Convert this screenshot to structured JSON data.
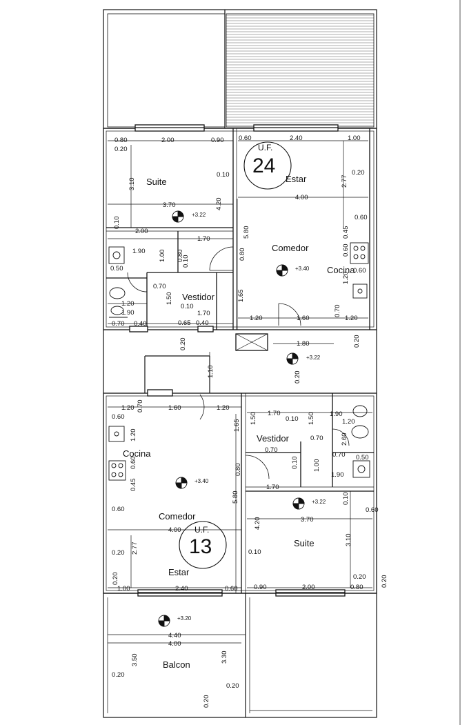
{
  "units": [
    {
      "label": "U.F.",
      "number": "24"
    },
    {
      "label": "U.F.",
      "number": "13"
    }
  ],
  "rooms": {
    "suite_top": "Suite",
    "estar_top": "Estar",
    "comedor_top": "Comedor",
    "cocina_top": "Cocina",
    "vestidor_top": "Vestidor",
    "cocina_bottom": "Cocina",
    "comedor_bottom": "Comedor",
    "estar_bottom": "Estar",
    "vestidor_bottom": "Vestidor",
    "suite_bottom": "Suite",
    "balcon": "Balcon"
  },
  "levels": {
    "suite_top": "+3.22",
    "comedor_top": "+3.40",
    "hall": "+3.22",
    "comedor_bottom": "+3.40",
    "suite_bottom": "+3.22",
    "balcon": "+3.20"
  },
  "dimensions": {
    "d080a": "0.80",
    "d200a": "2.00",
    "d090a": "0.90",
    "d060a": "0.60",
    "d240a": "2.40",
    "d100a": "1.00",
    "d020a": "0.20",
    "d310a": "3.10",
    "d010a": "0.10",
    "d277a": "2.77",
    "d020b": "0.20",
    "d370a": "3.70",
    "d420a": "4.20",
    "d400a": "4.00",
    "d060b": "0.60",
    "d010b": "0.10",
    "d200b": "2.00",
    "d045a": "0.45",
    "d580a": "5.80",
    "d170a": "1.70",
    "d060c": "0.60",
    "d190a": "1.90",
    "d100b": "1.00",
    "d080b": "0.80",
    "d010c": "0.10",
    "d080c": "0.80",
    "d050a": "0.50",
    "d070a": "0.70",
    "d120a": "1.20",
    "d150a": "1.50",
    "d010d": "0.10",
    "d165a": "1.65",
    "d060d": "0.60",
    "d120b": "1.20",
    "d190b": "1.90",
    "d170b": "1.70",
    "d070b": "0.70",
    "d040a": "0.40",
    "d065a": "0.65",
    "d040b": "0.40",
    "d120c": "1.20",
    "d160a": "1.60",
    "d070c": "0.70",
    "d120d": "1.20",
    "d020c": "0.20",
    "d180a": "1.80",
    "d020d": "0.20",
    "d110a": "1.10",
    "d020e": "0.20",
    "e120a": "1.20",
    "e070a": "0.70",
    "e160a": "1.60",
    "e120b": "1.20",
    "e060a": "0.60",
    "e165a": "1.65",
    "e150a": "1.50",
    "e170a": "1.70",
    "e010a": "0.10",
    "e150b": "1.50",
    "e190a": "1.90",
    "e120c": "1.20",
    "e120d": "1.20",
    "e070b": "0.70",
    "e260a": "2.60",
    "e070c": "0.70",
    "e080a": "0.80",
    "e070d": "0.70",
    "e010b": "0.10",
    "e100a": "1.00",
    "e050a": "0.50",
    "e060b": "0.60",
    "e190b": "1.90",
    "e045a": "0.45",
    "e060c": "0.60",
    "e170b": "1.70",
    "e010c": "0.10",
    "e580a": "5.80",
    "e060d": "0.60",
    "e370a": "3.70",
    "e420a": "4.20",
    "e400a": "4.00",
    "e277a": "2.77",
    "e020a": "0.20",
    "e010d": "0.10",
    "e310a": "3.10",
    "e020b": "0.20",
    "e020c": "0.20",
    "e020d": "0.20",
    "e100b": "1.00",
    "e240a": "2.40",
    "e060e": "0.60",
    "e090a": "0.90",
    "e200a": "2.00",
    "e080b": "0.80",
    "e440a": "4.40",
    "e400b": "4.00",
    "e350a": "3.50",
    "e330a": "3.30",
    "e020e": "0.20",
    "e020f": "0.20",
    "e020g": "0.20"
  }
}
